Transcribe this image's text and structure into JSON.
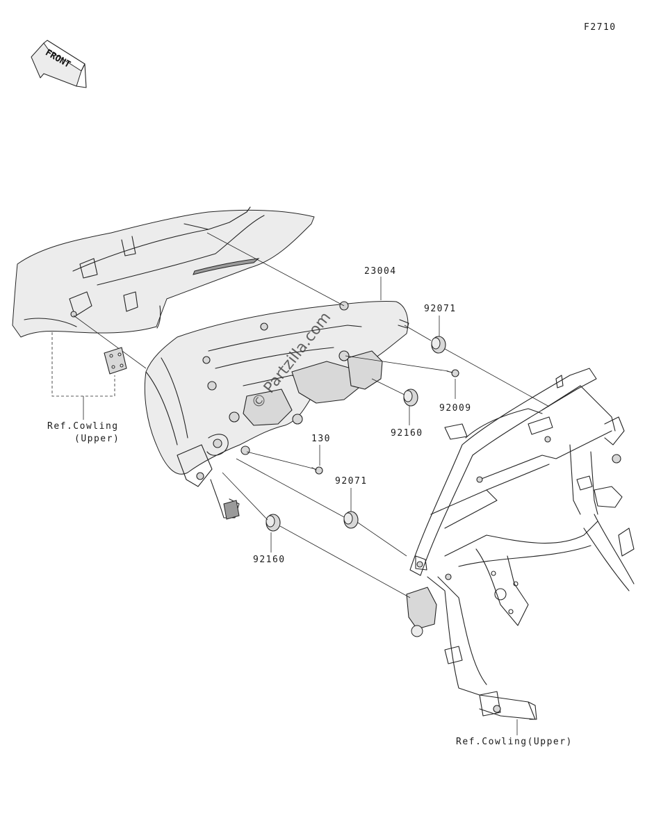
{
  "figure_code": "F2710",
  "front_label": "FRONT",
  "watermark": "© Partzilla.com",
  "parts": {
    "p23004": "23004",
    "p92071_upper": "92071",
    "p92009": "92009",
    "p92160_upper": "92160",
    "p130": "130",
    "p92071_lower": "92071",
    "p92160_lower": "92160"
  },
  "refs": {
    "cowling_left_line1": "Ref.Cowling",
    "cowling_left_line2": "(Upper)",
    "cowling_bottom": "Ref.Cowling(Upper)"
  }
}
